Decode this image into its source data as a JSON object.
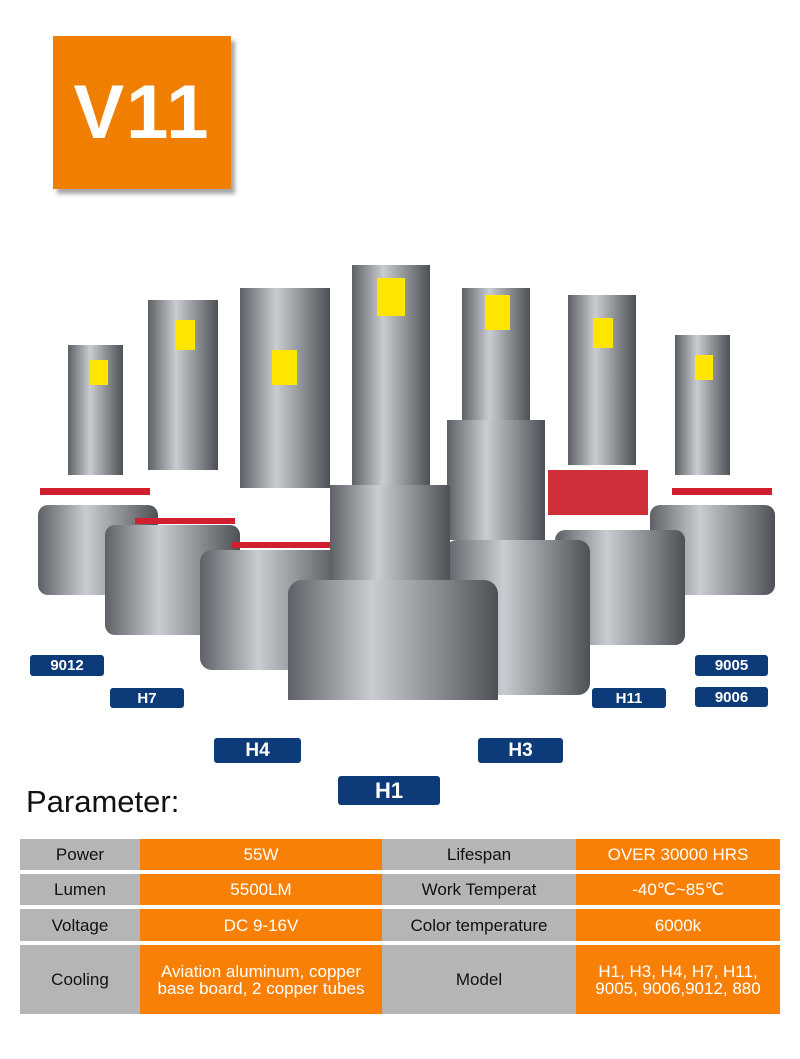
{
  "title": "V11",
  "models": {
    "m9012": "9012",
    "h7": "H7",
    "h4": "H4",
    "h1": "H1",
    "h3": "H3",
    "h11": "H11",
    "m9005": "9005",
    "m9006": "9006"
  },
  "section_title": "Parameter:",
  "parameters": [
    {
      "label": "Power",
      "value": "55W",
      "label2": "Lifespan",
      "value2": "OVER 30000 HRS"
    },
    {
      "label": "Lumen",
      "value": "5500LM",
      "label2": "Work Temperat",
      "value2": "-40℃~85℃"
    },
    {
      "label": "Voltage",
      "value": "DC 9-16V",
      "label2": "Color temperature",
      "value2": "6000k"
    },
    {
      "label": "Cooling",
      "value": "Aviation aluminum, copper base board, 2 copper tubes",
      "label2": "Model",
      "value2": "H1, H3, H4, H7, H11, 9005, 9006,9012, 880"
    }
  ],
  "colors": {
    "orange": "#f98007",
    "navy": "#0d3a78",
    "gray": "#b5b5b5"
  }
}
